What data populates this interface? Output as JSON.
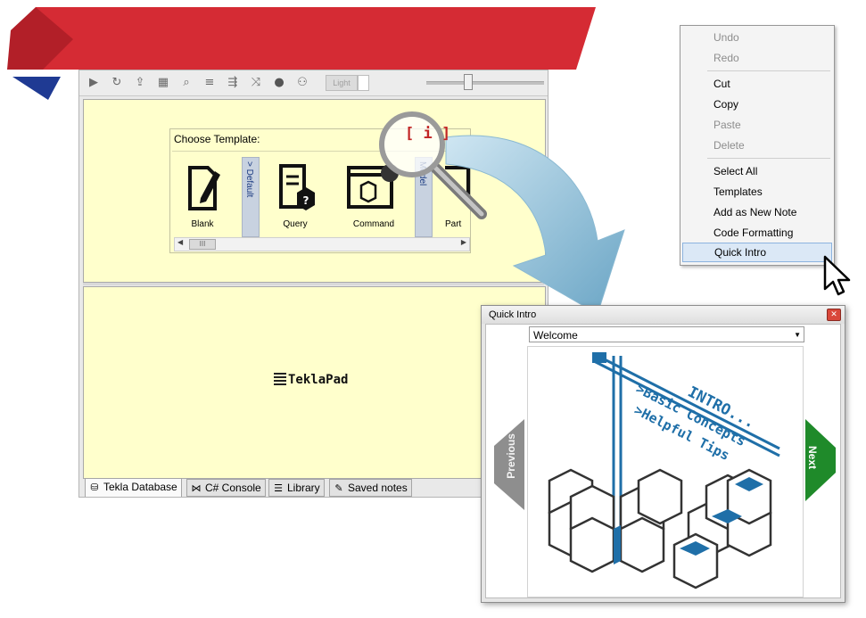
{
  "main": {
    "toolbar": {
      "light_label": "Light"
    },
    "template_chooser": {
      "title": "Choose Template:",
      "items": [
        "Blank",
        "Query",
        "Command",
        "Part"
      ],
      "groups": [
        "> Default",
        "Model"
      ],
      "scroll_thumb": "III"
    },
    "logo": "TeklaPad",
    "tabs": [
      "Tekla Database",
      "C# Console",
      "Library",
      "Saved notes"
    ]
  },
  "magnifier_label": "[ i ]",
  "context_menu": {
    "items": [
      {
        "label": "Undo",
        "enabled": false
      },
      {
        "label": "Redo",
        "enabled": false
      },
      {
        "label": "Cut",
        "enabled": true
      },
      {
        "label": "Copy",
        "enabled": true
      },
      {
        "label": "Paste",
        "enabled": false
      },
      {
        "label": "Delete",
        "enabled": false
      },
      {
        "label": "Select All",
        "enabled": true
      },
      {
        "label": "Templates",
        "enabled": true
      },
      {
        "label": "Add as New Note",
        "enabled": true
      },
      {
        "label": "Code Formatting",
        "enabled": true
      },
      {
        "label": "Quick Intro",
        "enabled": true,
        "highlighted": true
      }
    ]
  },
  "quick_intro": {
    "title": "Quick Intro",
    "selected_topic": "Welcome",
    "prev_label": "Previous",
    "next_label": "Next",
    "slide_lines": [
      "INTRO...",
      ">Basic Concepts",
      ">Helpful Tips"
    ]
  },
  "colors": {
    "brand_red": "#d52b34",
    "brand_blue": "#1f3a93",
    "next_green": "#1f8a2a",
    "slide_blue": "#1f6fa8"
  }
}
